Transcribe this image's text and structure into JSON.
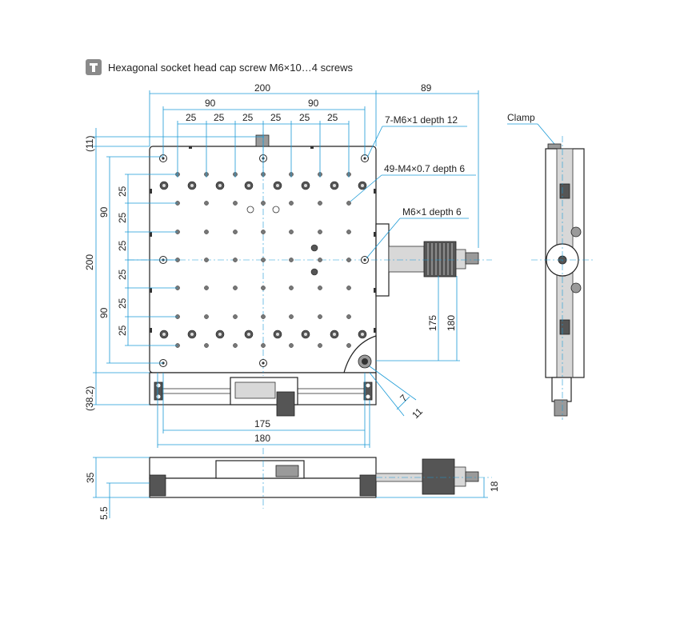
{
  "legend": {
    "icon": "socket-screw-icon",
    "text": "Hexagonal socket head cap screw M6×10…4 screws"
  },
  "callouts": {
    "holes_m6_depth12": "7-M6×1 depth 12",
    "holes_m4": "49-M4×0.7 depth 6",
    "hole_m6_depth6": "M6×1 depth 6",
    "clamp": "Clamp"
  },
  "dims_top": {
    "overall_width": "200",
    "micrometer_overhang": "89",
    "span_left": "90",
    "span_right": "90",
    "pitch": [
      "25",
      "25",
      "25",
      "25",
      "25",
      "25"
    ]
  },
  "dims_left": {
    "top_offset": "(11)",
    "overall_height": "200",
    "span_upper": "90",
    "span_lower": "90",
    "pitch": [
      "25",
      "25",
      "25",
      "25",
      "25",
      "25"
    ],
    "bottom_extension": "(38.2)"
  },
  "dims_bottom": {
    "travel_175": "175",
    "travel_180": "180"
  },
  "dims_right": {
    "v175": "175",
    "v180": "180",
    "slot_7": "7",
    "slot_11": "11"
  },
  "dims_side": {
    "height": "35",
    "base": "5.5",
    "knob_height": "18"
  },
  "colors": {
    "dimension": "#1a9ad6",
    "outline": "#222222"
  }
}
